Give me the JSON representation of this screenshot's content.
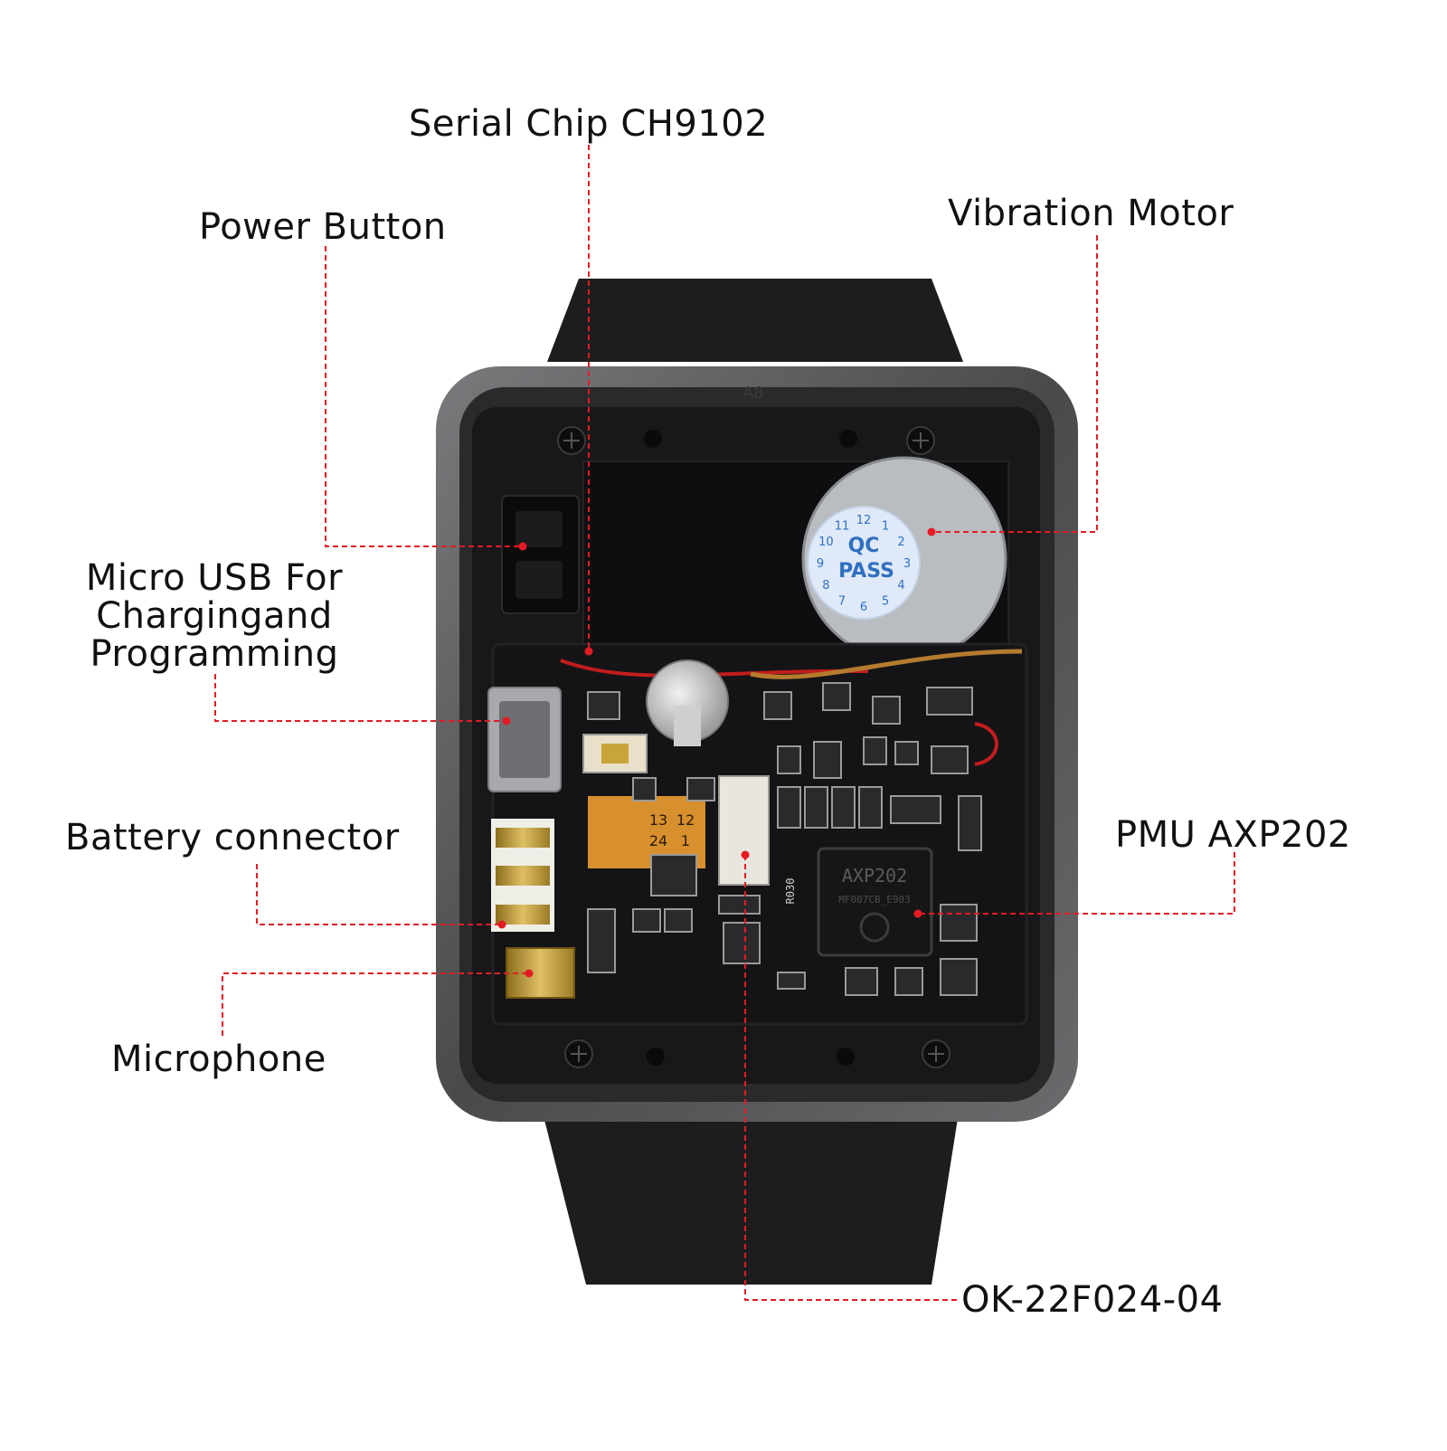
{
  "colors": {
    "leader": "#e31b23",
    "band": "#1f1f20",
    "bezel": "#5a5a5c",
    "pcb": "#141416",
    "gold": "#c9a43a",
    "motor_label": "#dfe9f7",
    "motor_text": "#2f6fbf"
  },
  "callouts": {
    "serial_chip": "Serial Chip CH9102",
    "power_button": "Power Button",
    "vibration_motor": "Vibration Motor",
    "micro_usb_line1": "Micro USB For",
    "micro_usb_line2": "Chargingand",
    "micro_usb_line3": "Programming",
    "battery_connector": "Battery connector",
    "pmu": "PMU AXP202",
    "microphone": "Microphone",
    "part_number": "OK-22F024-04"
  },
  "component_marks": {
    "case_mark": "A8",
    "motor_label_line1": "QC",
    "motor_label_line2": "PASS",
    "chip_marking": "AXP202",
    "chip_sub_marking": "MF007CB_E903",
    "resistor_mark": "R030",
    "flex_numbers": [
      "13",
      "12",
      "24",
      "1"
    ],
    "motor_dial": [
      "12",
      "1",
      "2",
      "3",
      "4",
      "5",
      "6",
      "7",
      "8",
      "9",
      "10",
      "11"
    ]
  }
}
